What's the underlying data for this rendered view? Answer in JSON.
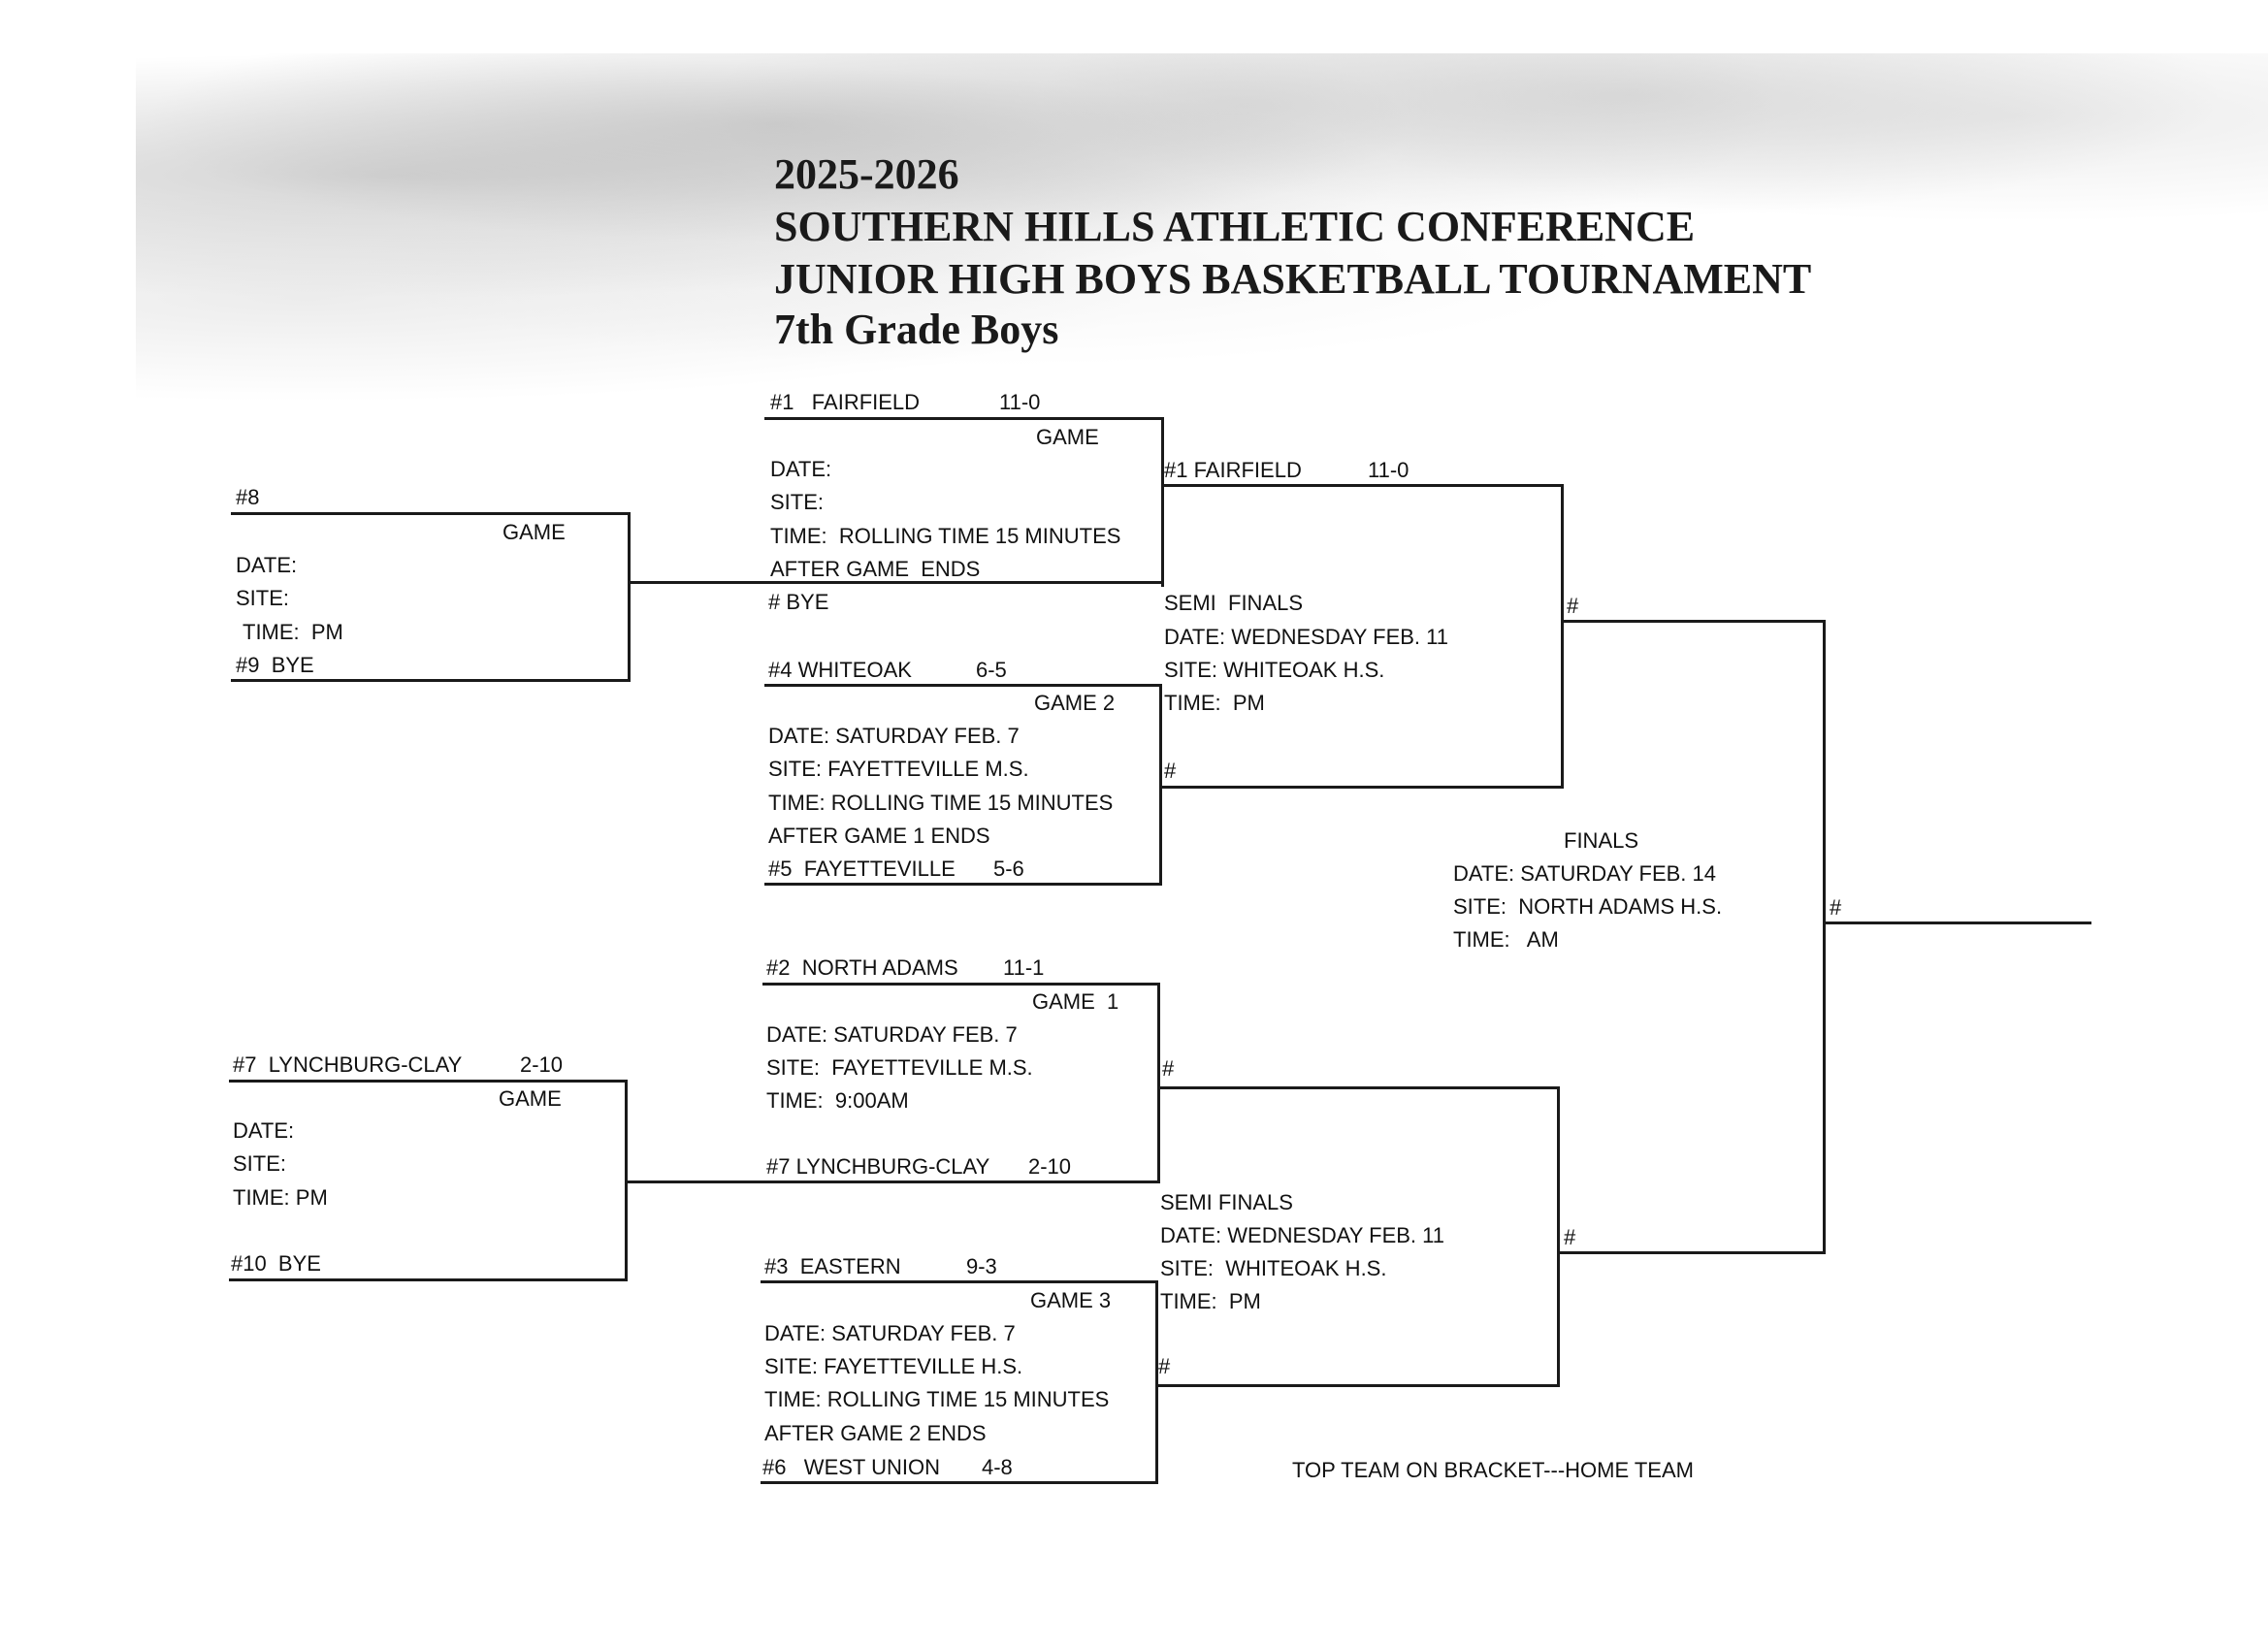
{
  "header": {
    "line1": "2025-2026",
    "line2": "SOUTHERN HILLS ATHLETIC CONFERENCE",
    "line3": "JUNIOR HIGH BOYS BASKETBALL TOURNAMENT",
    "line4": "7th  Grade Boys"
  },
  "play_in_top": {
    "seed_top": "#8",
    "game": "GAME",
    "date": "DATE:",
    "site": "SITE:",
    "time": "TIME:  PM",
    "seed_bottom": "#9  BYE"
  },
  "play_in_bottom": {
    "seed_top": "#7  LYNCHBURG-CLAY",
    "record_top": "2-10",
    "game": "GAME",
    "date": "DATE:",
    "site": "SITE:",
    "time": "TIME: PM",
    "seed_bottom": "#10  BYE"
  },
  "game_a": {
    "team_top": "#1   FAIRFIELD",
    "record_top": "11-0",
    "game": "GAME",
    "date": "DATE:",
    "site": "SITE:",
    "time": "TIME:  ROLLING TIME 15 MINUTES",
    "after": "AFTER GAME  ENDS",
    "team_bottom": "# BYE"
  },
  "game_2": {
    "team_top": "#4 WHITEOAK",
    "record_top": "6-5",
    "game": "GAME 2",
    "date": "DATE: SATURDAY FEB. 7",
    "site": "SITE: FAYETTEVILLE M.S.",
    "time": "TIME: ROLLING TIME 15 MINUTES",
    "after": "AFTER GAME 1 ENDS",
    "team_bottom": "#5  FAYETTEVILLE",
    "record_bottom": "5-6"
  },
  "game_1": {
    "team_top": "#2  NORTH ADAMS",
    "record_top": "11-1",
    "game": "GAME  1",
    "date": "DATE: SATURDAY FEB. 7",
    "site": "SITE:  FAYETTEVILLE M.S.",
    "time": "TIME:  9:00AM",
    "team_bottom": "#7 LYNCHBURG-CLAY",
    "record_bottom": "2-10"
  },
  "game_3": {
    "team_top": "#3  EASTERN",
    "record_top": "9-3",
    "game": "GAME 3",
    "date": "DATE: SATURDAY FEB. 7",
    "site": "SITE: FAYETTEVILLE H.S.",
    "time": "TIME: ROLLING TIME 15 MINUTES",
    "after": "AFTER GAME 2 ENDS",
    "team_bottom": "#6   WEST UNION",
    "record_bottom": "4-8"
  },
  "semi_top": {
    "team_top": "#1 FAIRFIELD",
    "record_top": "11-0",
    "title": "SEMI  FINALS",
    "date": "DATE: WEDNESDAY FEB. 11",
    "site": "SITE: WHITEOAK H.S.",
    "time": "TIME:  PM",
    "team_bottom": "#"
  },
  "semi_bottom": {
    "team_top": "#",
    "title": "SEMI FINALS",
    "date": "DATE: WEDNESDAY FEB. 11",
    "site": "SITE:  WHITEOAK H.S.",
    "time": "TIME:  PM",
    "team_bottom": "#"
  },
  "finals": {
    "team_top": "#",
    "team_bottom": "#",
    "title": "FINALS",
    "date": "DATE: SATURDAY FEB. 14",
    "site": "SITE:  NORTH ADAMS H.S.",
    "time": "TIME:   AM",
    "champion": "#"
  },
  "footer": {
    "note": "TOP TEAM ON BRACKET---HOME TEAM"
  },
  "colors": {
    "ink": "#1a1a1a",
    "paper": "#ffffff"
  }
}
